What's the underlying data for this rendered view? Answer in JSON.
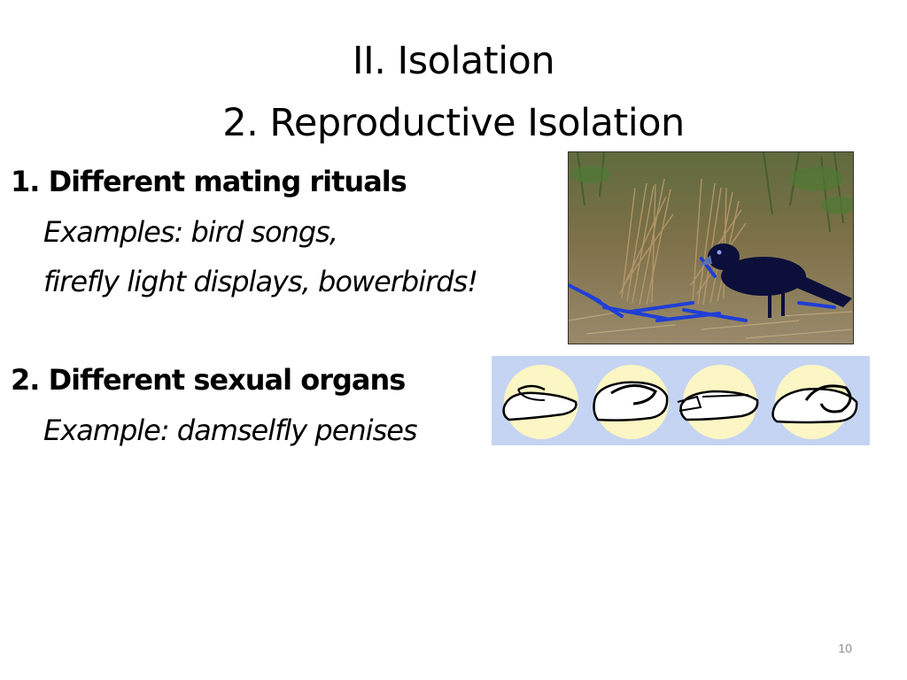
{
  "slide": {
    "title_line1": "II. Isolation",
    "title_line2": "2. Reproductive Isolation",
    "items": [
      {
        "heading": "1. Different mating rituals",
        "example_lines": [
          "Examples: bird songs,",
          "firefly light displays, bowerbirds!"
        ]
      },
      {
        "heading": "2. Different sexual organs",
        "example_lines": [
          "Example: damselfly penises"
        ]
      }
    ],
    "page_number": "10"
  },
  "colors": {
    "text": "#000000",
    "page_number": "#8c8c8c",
    "panel_background": "#c5d4f2",
    "circle_fill": "#fbf6c4",
    "bird_body": "#0b0f3a",
    "straw_blue": "#1f3fd6"
  }
}
